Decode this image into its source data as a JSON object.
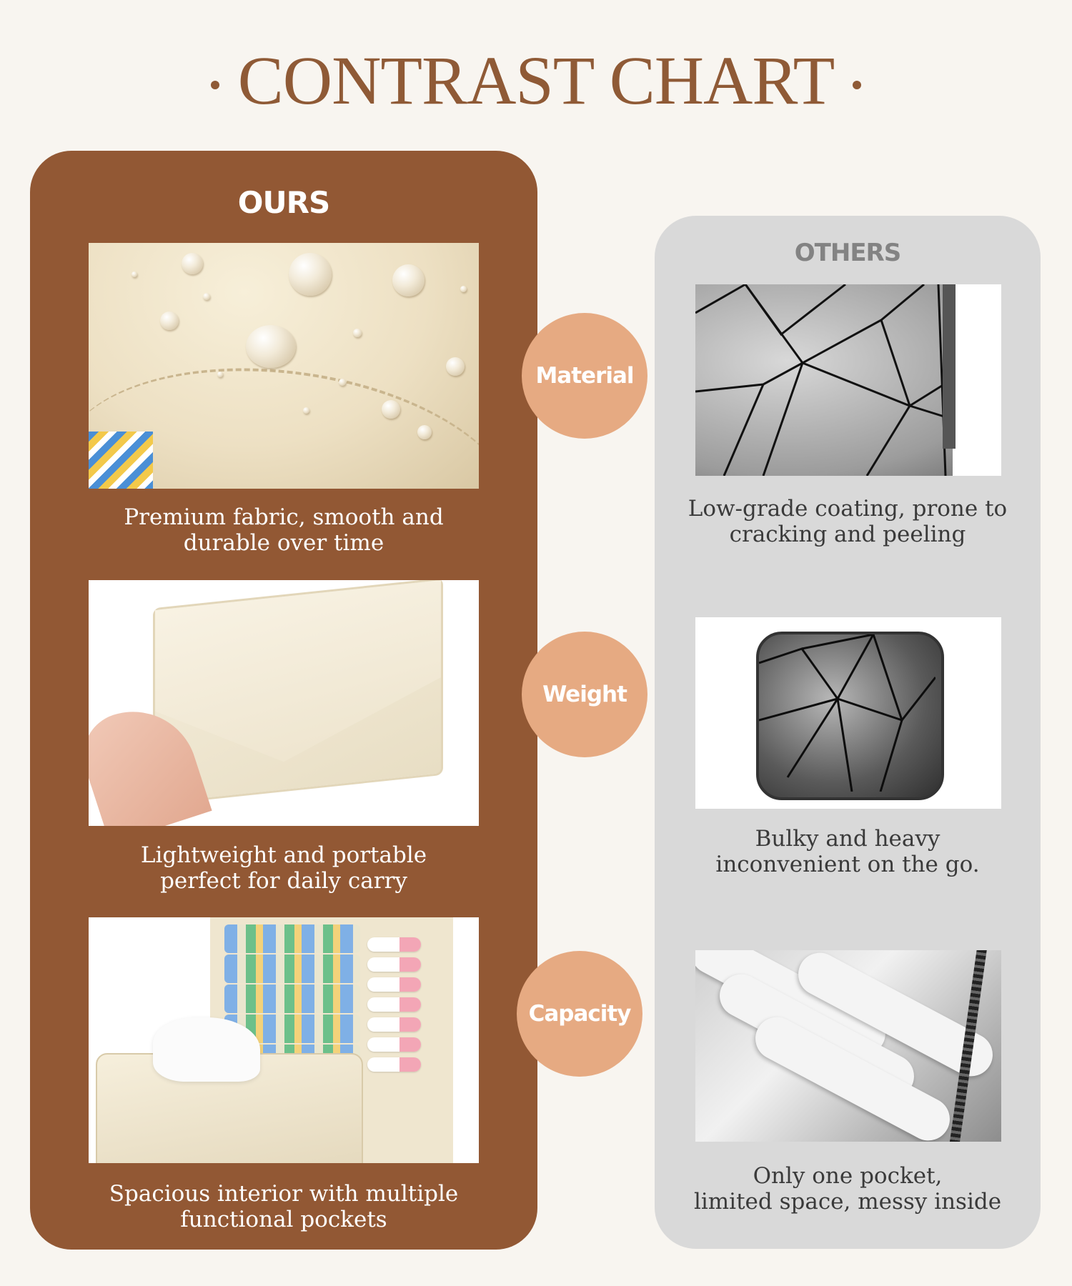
{
  "title": "CONTRAST CHART",
  "ours": {
    "heading": "OURS",
    "captions": [
      [
        "Premium fabric, smooth and",
        "durable over time"
      ],
      [
        "Lightweight and portable",
        "perfect for daily carry"
      ],
      [
        "Spacious interior with multiple",
        "functional pockets"
      ]
    ]
  },
  "others": {
    "heading": "OTHERS",
    "captions": [
      [
        "Low-grade coating, prone to",
        "cracking and peeling"
      ],
      [
        "Bulky and heavy",
        "inconvenient on the go."
      ],
      [
        "Only one pocket,",
        "limited space, messy inside"
      ]
    ]
  },
  "badges": [
    "Material",
    "Weight",
    "Capacity"
  ],
  "colors": {
    "ours_panel": "#925834",
    "others_panel": "#d9d9d9",
    "badge": "#e6aa82",
    "title": "#8f5a36"
  }
}
